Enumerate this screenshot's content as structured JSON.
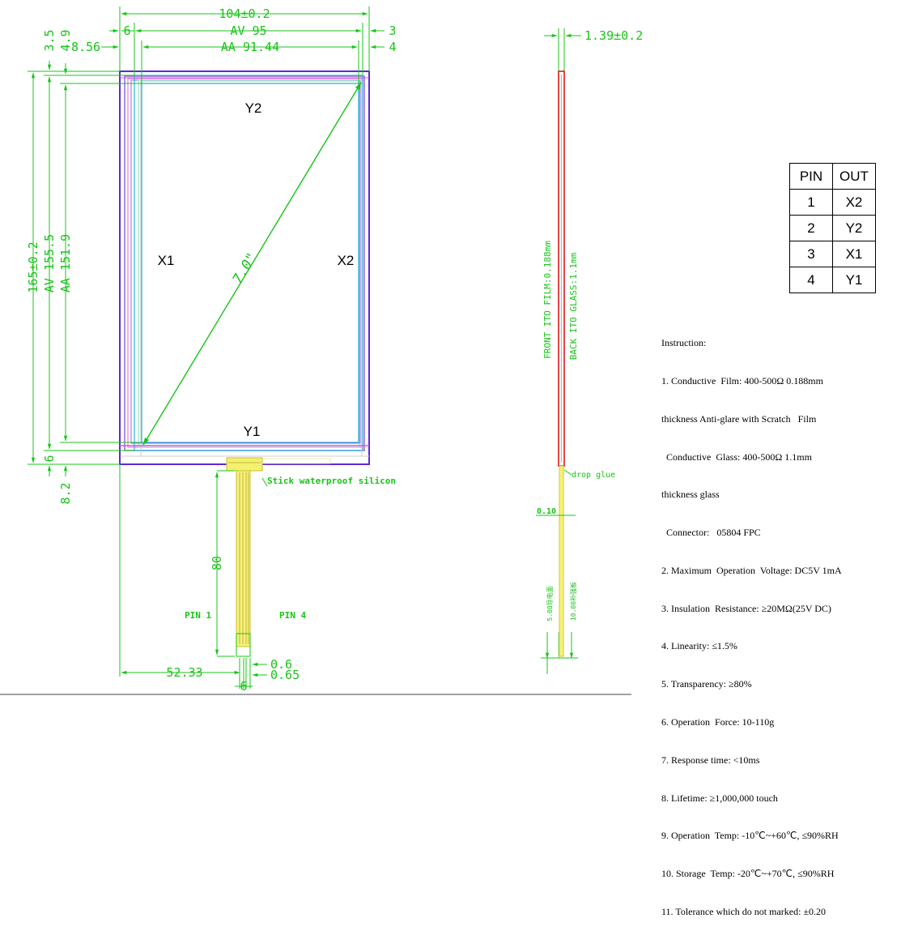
{
  "main_view": {
    "dim_total_width": "104±0.2",
    "dim_av_width": "AV 95",
    "dim_aa_width": "AA 91.44",
    "dim_left_6": "6",
    "dim_left_856": "8.56",
    "dim_right_3": "3",
    "dim_right_4": "4",
    "dim_total_height": "165±0.2",
    "dim_av_height": "AV 155.5",
    "dim_aa_height": "AA 151.9",
    "dim_top_35": "3.5",
    "dim_top_49": "4.9",
    "dim_bottom_6": "6",
    "dim_bottom_82": "8.2",
    "dim_diagonal": "7.0\"",
    "label_y2": "Y2",
    "label_y1": "Y1",
    "label_x1": "X1",
    "label_x2": "X2",
    "note_silicon": "Stick waterproof silicon",
    "dim_tail_80": "80",
    "pin1_label": "PIN 1",
    "pin4_label": "PIN 4",
    "dim_offset_5233": "52.33",
    "dim_06": "0.6",
    "dim_065": "0.65",
    "dim_tail_6": "6"
  },
  "side_view": {
    "dim_thickness": "1.39±0.2",
    "front_label": "FRONT ITO FILM:0.188mm",
    "back_label": "BACK ITO GLASS:1.1mm",
    "drop_glue": "drop glue",
    "dim_010": "0.10",
    "dim_5mm": "5.00导电面",
    "dim_10mm": "10.00补强板"
  },
  "pin_table": {
    "headers": [
      "PIN",
      "OUT"
    ],
    "rows": [
      [
        "1",
        "X2"
      ],
      [
        "2",
        "Y2"
      ],
      [
        "3",
        "X1"
      ],
      [
        "4",
        "Y1"
      ]
    ]
  },
  "instructions": {
    "title": "Instruction:",
    "lines": [
      "1. Conductive  Film: 400-500Ω 0.188mm",
      "thickness Anti-glare with Scratch   Film",
      "  Conductive  Glass: 400-500Ω 1.1mm",
      "thickness glass",
      "  Connector:   05804 FPC",
      "2. Maximum  Operation  Voltage: DC5V 1mA",
      "3. Insulation  Resistance: ≥20MΩ(25V DC)",
      "4. Linearity: ≤1.5%",
      "5. Transparency: ≥80%",
      "6. Operation  Force: 10-110g",
      "7. Response time: <10ms",
      "8. Lifetime: ≥1,000,000 touch",
      "9. Operation  Temp: -10℃~+60℃, ≤90%RH",
      "10. Storage  Temp: -20℃~+70℃, ≤90%RH",
      "11. Tolerance which do not marked: ±0.20"
    ]
  }
}
